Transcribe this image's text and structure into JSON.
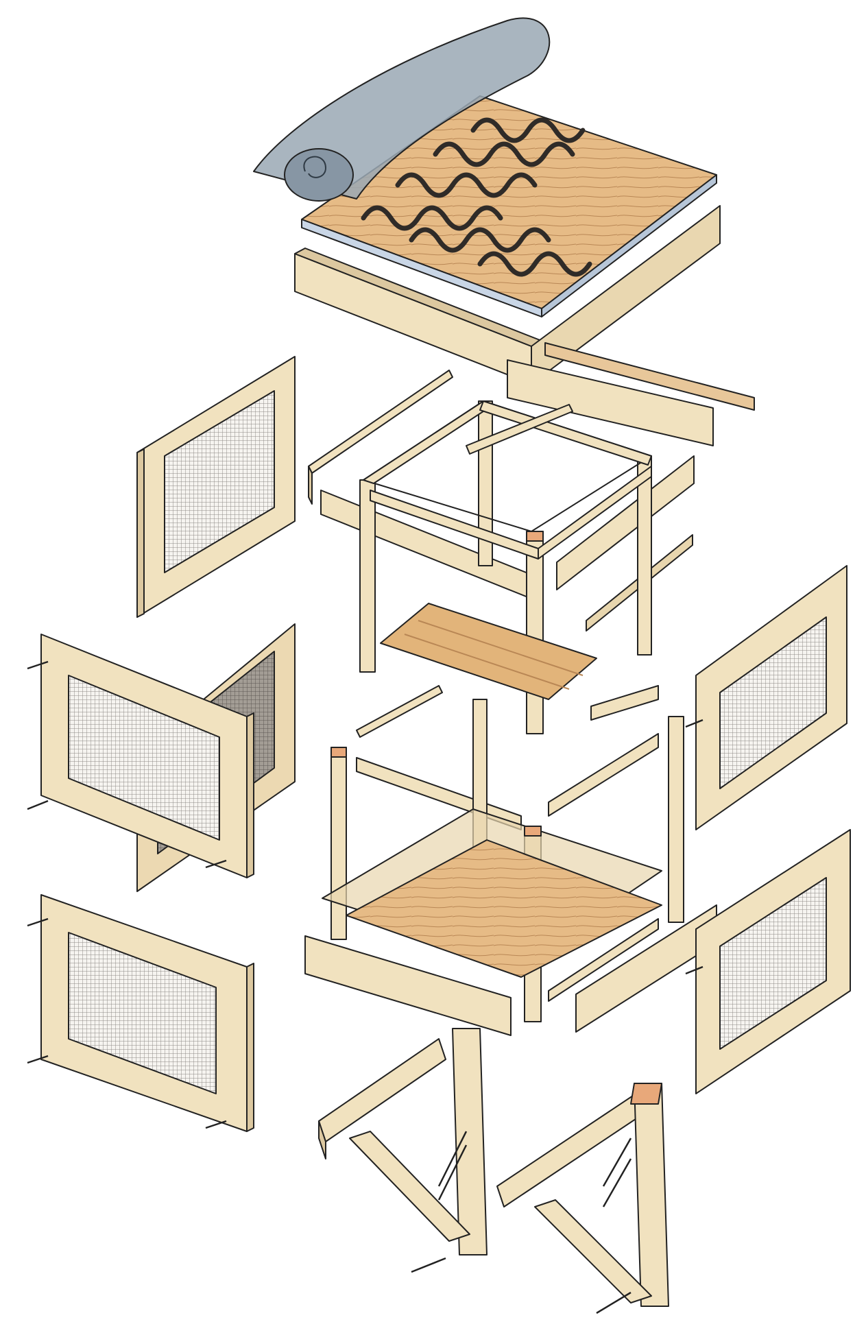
{
  "diagram": {
    "kind": "exploded isometric assembly",
    "text_labels": [],
    "colors": {
      "wood": "#f1e2bf",
      "wood_shade": "#dcc8a0",
      "wood_dark": "#c6ad82",
      "end_grain": "#e8a87a",
      "plywood": "#e2b47a",
      "plywood_grain": "#b98755",
      "mesh": "#8d8a86",
      "mesh_bg": "#f6f4f0",
      "roof_sheet": "#9aa8b4",
      "drip_edge": "#c9d6e6",
      "spring": "#2f2b28",
      "outline": "#222222",
      "screw": "#222222"
    },
    "parts": [
      "roof-panel-with-springs",
      "rolled-roofing-sheet",
      "metal-drip-edge",
      "roof-front-apron",
      "roof-right-apron",
      "roof-side-board",
      "upper-frame-box",
      "upper-floor-slats",
      "upper-rails",
      "lower-frame-box",
      "lower-plywood-floor",
      "lower-rails",
      "left-screen-door-upper",
      "left-screen-door-middle",
      "left-open-screen-door",
      "left-screen-panel-lower",
      "right-screen-panel-upper",
      "right-screen-panel-lower",
      "front-leg-bracket",
      "rear-leg-bracket"
    ]
  }
}
